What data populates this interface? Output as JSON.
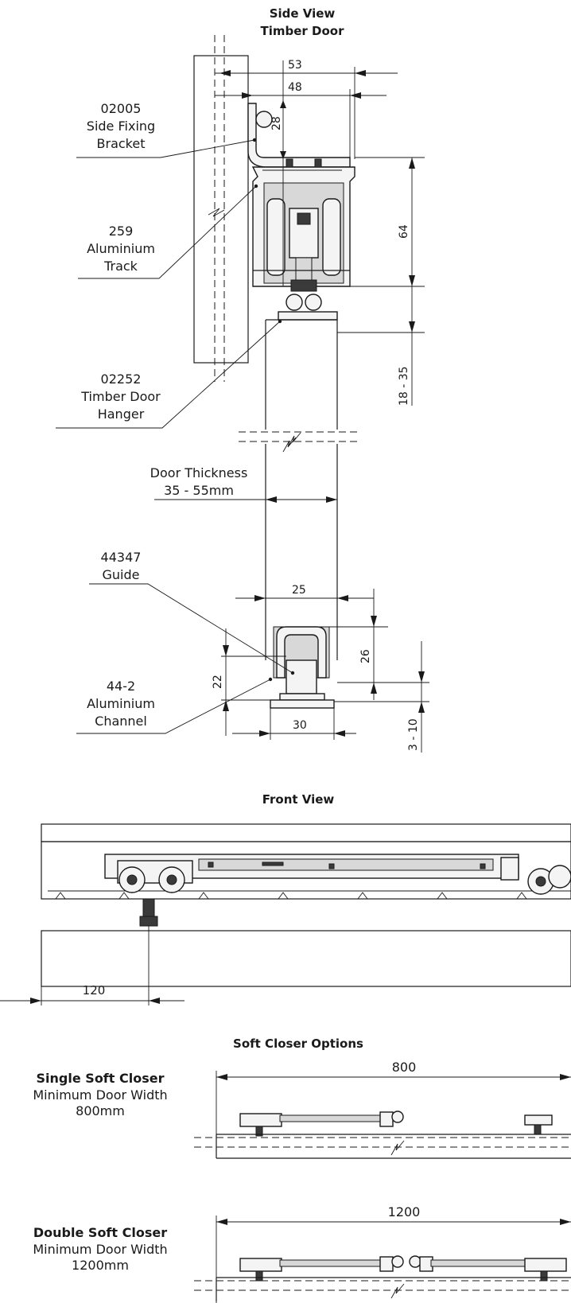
{
  "side_view": {
    "title_line1": "Side View",
    "title_line2": "Timber Door",
    "dimensions": {
      "d53": "53",
      "d48": "48",
      "d28": "28",
      "d64": "64",
      "d18_35": "18 - 35",
      "d25": "25",
      "d26": "26",
      "d22": "22",
      "d30": "30",
      "d3_10": "3 - 10"
    },
    "callouts": {
      "bracket": [
        "02005",
        "Side Fixing",
        "Bracket"
      ],
      "track": [
        "259",
        "Aluminium",
        "Track"
      ],
      "hanger": [
        "02252",
        "Timber Door",
        "Hanger"
      ],
      "thickness": [
        "Door Thickness",
        "35 - 55mm"
      ],
      "guide": [
        "44347",
        "Guide"
      ],
      "channel": [
        "44-2",
        "Aluminium",
        "Channel"
      ]
    }
  },
  "front_view": {
    "title": "Front View",
    "dim_offset": "120"
  },
  "soft_closer": {
    "title": "Soft Closer Options",
    "single": {
      "name": "Single Soft Closer",
      "line2": "Minimum Door Width",
      "line3": "800mm",
      "dim": "800"
    },
    "double": {
      "name": "Double Soft Closer",
      "line2": "Minimum Door Width",
      "line3": "1200mm",
      "dim": "1200"
    }
  }
}
